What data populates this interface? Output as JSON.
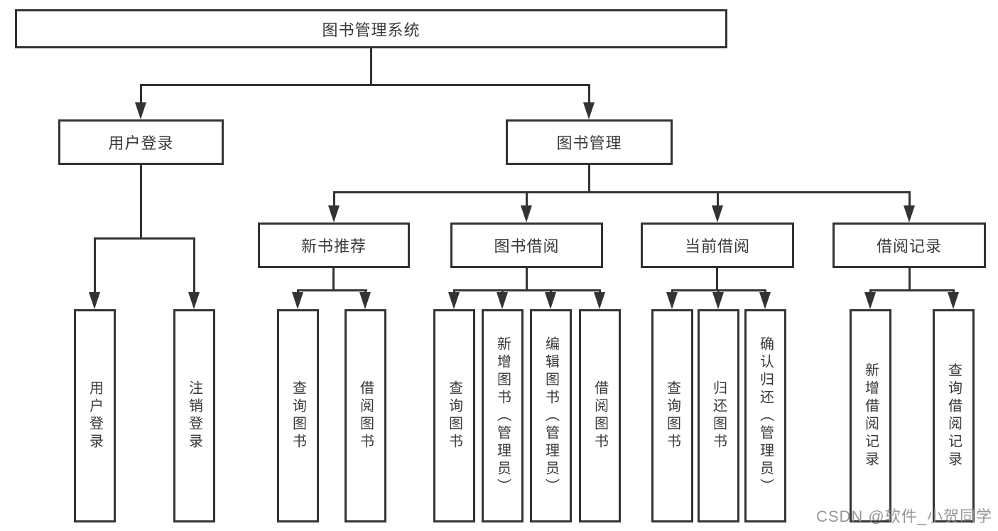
{
  "diagram": {
    "root": "图书管理系统",
    "level2": {
      "user_login": "用户登录",
      "book_management": "图书管理"
    },
    "level3": {
      "new_book_recommend": "新书推荐",
      "book_borrow": "图书借阅",
      "current_borrow": "当前借阅",
      "borrow_records": "借阅记录"
    },
    "leaves": {
      "user_login": [
        "用户登录",
        "注销登录"
      ],
      "new_book_recommend": [
        "查询图书",
        "借阅图书"
      ],
      "book_borrow": [
        "查询图书",
        "新增图书（管理员）",
        "编辑图书（管理员）",
        "借阅图书"
      ],
      "current_borrow": [
        "查询图书",
        "归还图书",
        "确认归还（管理员）"
      ],
      "borrow_records": [
        "新增借阅记录",
        "查询借阅记录"
      ]
    }
  },
  "watermark": "CSDN @软件_小贺同学",
  "colors": {
    "line": "#333333",
    "text": "#3a3a3a",
    "background": "#ffffff",
    "watermark": "#8c8c8c"
  }
}
